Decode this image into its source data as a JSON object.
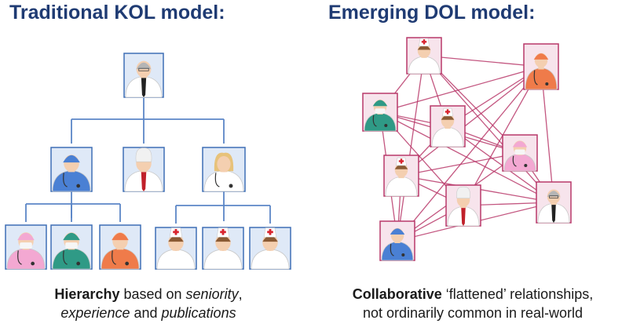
{
  "titles": {
    "left": "Traditional KOL model:",
    "right": "Emerging DOL model:"
  },
  "captions": {
    "left": {
      "line1_bold": "Hierarchy",
      "line1_rest": " based on ",
      "line1_italic": "seniority",
      "line1_end": ",",
      "line2_italic1": "experience",
      "line2_mid": " and ",
      "line2_italic2": "publications"
    },
    "right": {
      "line1_bold": "Collaborative",
      "line1_rest": " ‘flattened’ relationships,",
      "line2": "not ordinarily common in real-world"
    }
  },
  "colors": {
    "title": "#1f3b73",
    "tree_lines": "#5b86c7",
    "network_lines": "#b8386a",
    "left_frame": "#3f6fb5",
    "right_frame": "#b8386a"
  },
  "figures": {
    "doctor": {
      "icon": "doctor-icon",
      "coat": "#ffffff",
      "tie": "#222222"
    },
    "surgeon_blue": {
      "icon": "surgeon-icon",
      "coat": "#4a80d4"
    },
    "surgeon_green": {
      "icon": "surgeon-icon",
      "coat": "#2f9a86"
    },
    "surgeon_pink": {
      "icon": "surgeon-icon",
      "coat": "#f3a8d2"
    },
    "surgeon_orange": {
      "icon": "surgeon-icon",
      "coat": "#ef7b4a"
    },
    "chef_doctor": {
      "icon": "doctor-icon",
      "coat": "#ffffff",
      "tie": "#c0202a"
    },
    "female_doctor": {
      "icon": "female-doctor-icon",
      "coat": "#ffffff"
    },
    "nurse": {
      "icon": "nurse-icon",
      "coat": "#ffffff"
    }
  }
}
